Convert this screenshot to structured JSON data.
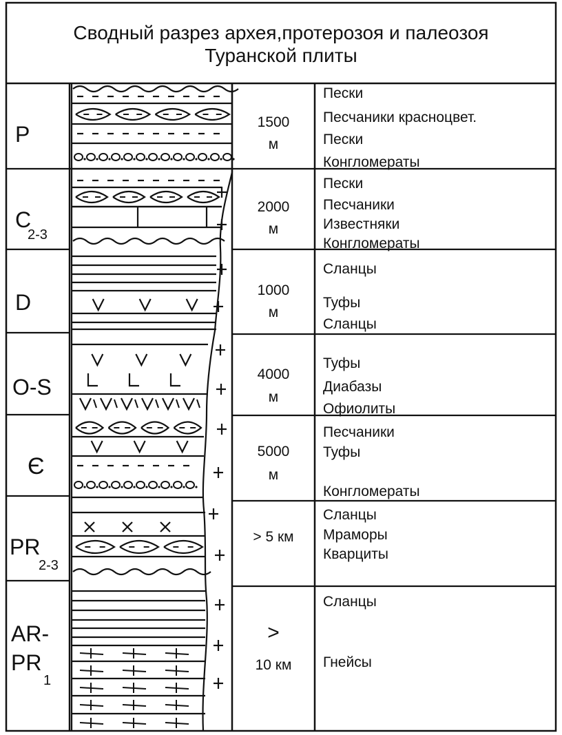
{
  "title": {
    "line1": "Сводный разрез архея,протерозоя и палеозоя",
    "line2": "Туранской плиты"
  },
  "units": [
    {
      "code": "P",
      "sub": "",
      "thickness": "1500",
      "thickness_unit": "м",
      "rocks": [
        "Пески",
        "Песчаники красноцвет.",
        "Пески",
        "Конгломераты"
      ]
    },
    {
      "code": "C",
      "sub": "2-3",
      "thickness": "2000",
      "thickness_unit": "м",
      "rocks": [
        "Пески",
        "Песчаники",
        "Известняки",
        "Конгломераты"
      ]
    },
    {
      "code": "D",
      "sub": "",
      "thickness": "1000",
      "thickness_unit": "м",
      "rocks": [
        "Сланцы",
        "Туфы",
        "Сланцы"
      ]
    },
    {
      "code": "O-S",
      "sub": "",
      "thickness": "4000",
      "thickness_unit": "м",
      "rocks": [
        "Туфы",
        "Диабазы",
        "Офиолиты"
      ]
    },
    {
      "code": "Є",
      "sub": "",
      "thickness": "5000",
      "thickness_unit": "м",
      "rocks": [
        "Песчаники",
        "Туфы",
        "Конгломераты"
      ]
    },
    {
      "code": "PR",
      "sub": "2-3",
      "thickness": "> 5 км",
      "thickness_unit": "",
      "rocks": [
        "Сланцы",
        "Мраморы",
        "Кварциты"
      ]
    },
    {
      "code1": "AR-",
      "code2": "PR",
      "sub": "1",
      "thickness_sym": ">",
      "thickness": "10 км",
      "rocks": [
        "Сланцы",
        "Гнейсы"
      ]
    }
  ]
}
